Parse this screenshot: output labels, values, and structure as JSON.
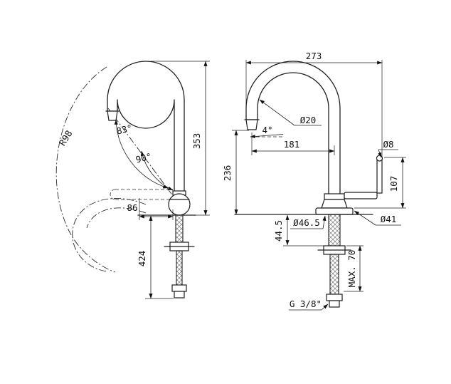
{
  "drawing": {
    "background": "#ffffff",
    "line_color": "#1f1f1f"
  },
  "left_view": {
    "r98": "R98",
    "angle_83": "83°",
    "angle_90": "90°",
    "dim_86": "86",
    "dim_353": "353",
    "dim_424": "424"
  },
  "right_view": {
    "dim_273": "273",
    "dim_236": "236",
    "dim_181": "181",
    "angle_4": "4°",
    "dia_spout": "Ø20",
    "dia_lever": "Ø8",
    "dim_107": "107",
    "dia_flange": "Ø46.5",
    "dia_body": "Ø41",
    "dim_44_5": "44.5",
    "dim_max_70": "MAX. 70",
    "thread_label": "G 3/8\""
  }
}
